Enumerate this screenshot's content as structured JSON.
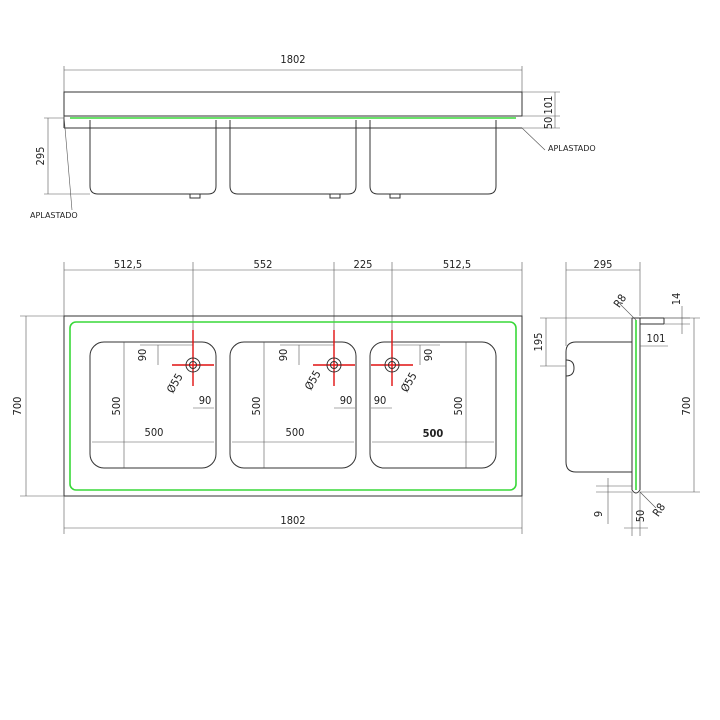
{
  "colors": {
    "outline": "#333333",
    "flat_edge": "#39d839",
    "drain_axis": "#e01010"
  },
  "front_view": {
    "overall_length": "1802",
    "dim_101": "101",
    "dim_50": "50",
    "dim_295": "295",
    "label_right": "APLASTADO",
    "label_left": "APLASTADO"
  },
  "plan_view": {
    "top_dims": [
      "512,5",
      "552",
      "225",
      "512,5"
    ],
    "bottom_dim": "1802",
    "left_dim": "700",
    "bowls": [
      {
        "width": "500",
        "height": "500",
        "offset_top": "90",
        "offset_side": "90",
        "drain": "Ø55"
      },
      {
        "width": "500",
        "height": "500",
        "offset_top": "90",
        "offset_side": "90",
        "drain": "Ø55"
      },
      {
        "width": "500",
        "height": "500",
        "offset_top": "90",
        "offset_side": "90",
        "drain": "Ø55"
      }
    ]
  },
  "side_view": {
    "top_dim": "295",
    "radius_top": "R8",
    "dim_14": "14",
    "dim_195": "195",
    "dim_101": "101",
    "height_dim": "700",
    "dim_9": "9",
    "dim_50": "50",
    "radius_bottom": "R8"
  }
}
